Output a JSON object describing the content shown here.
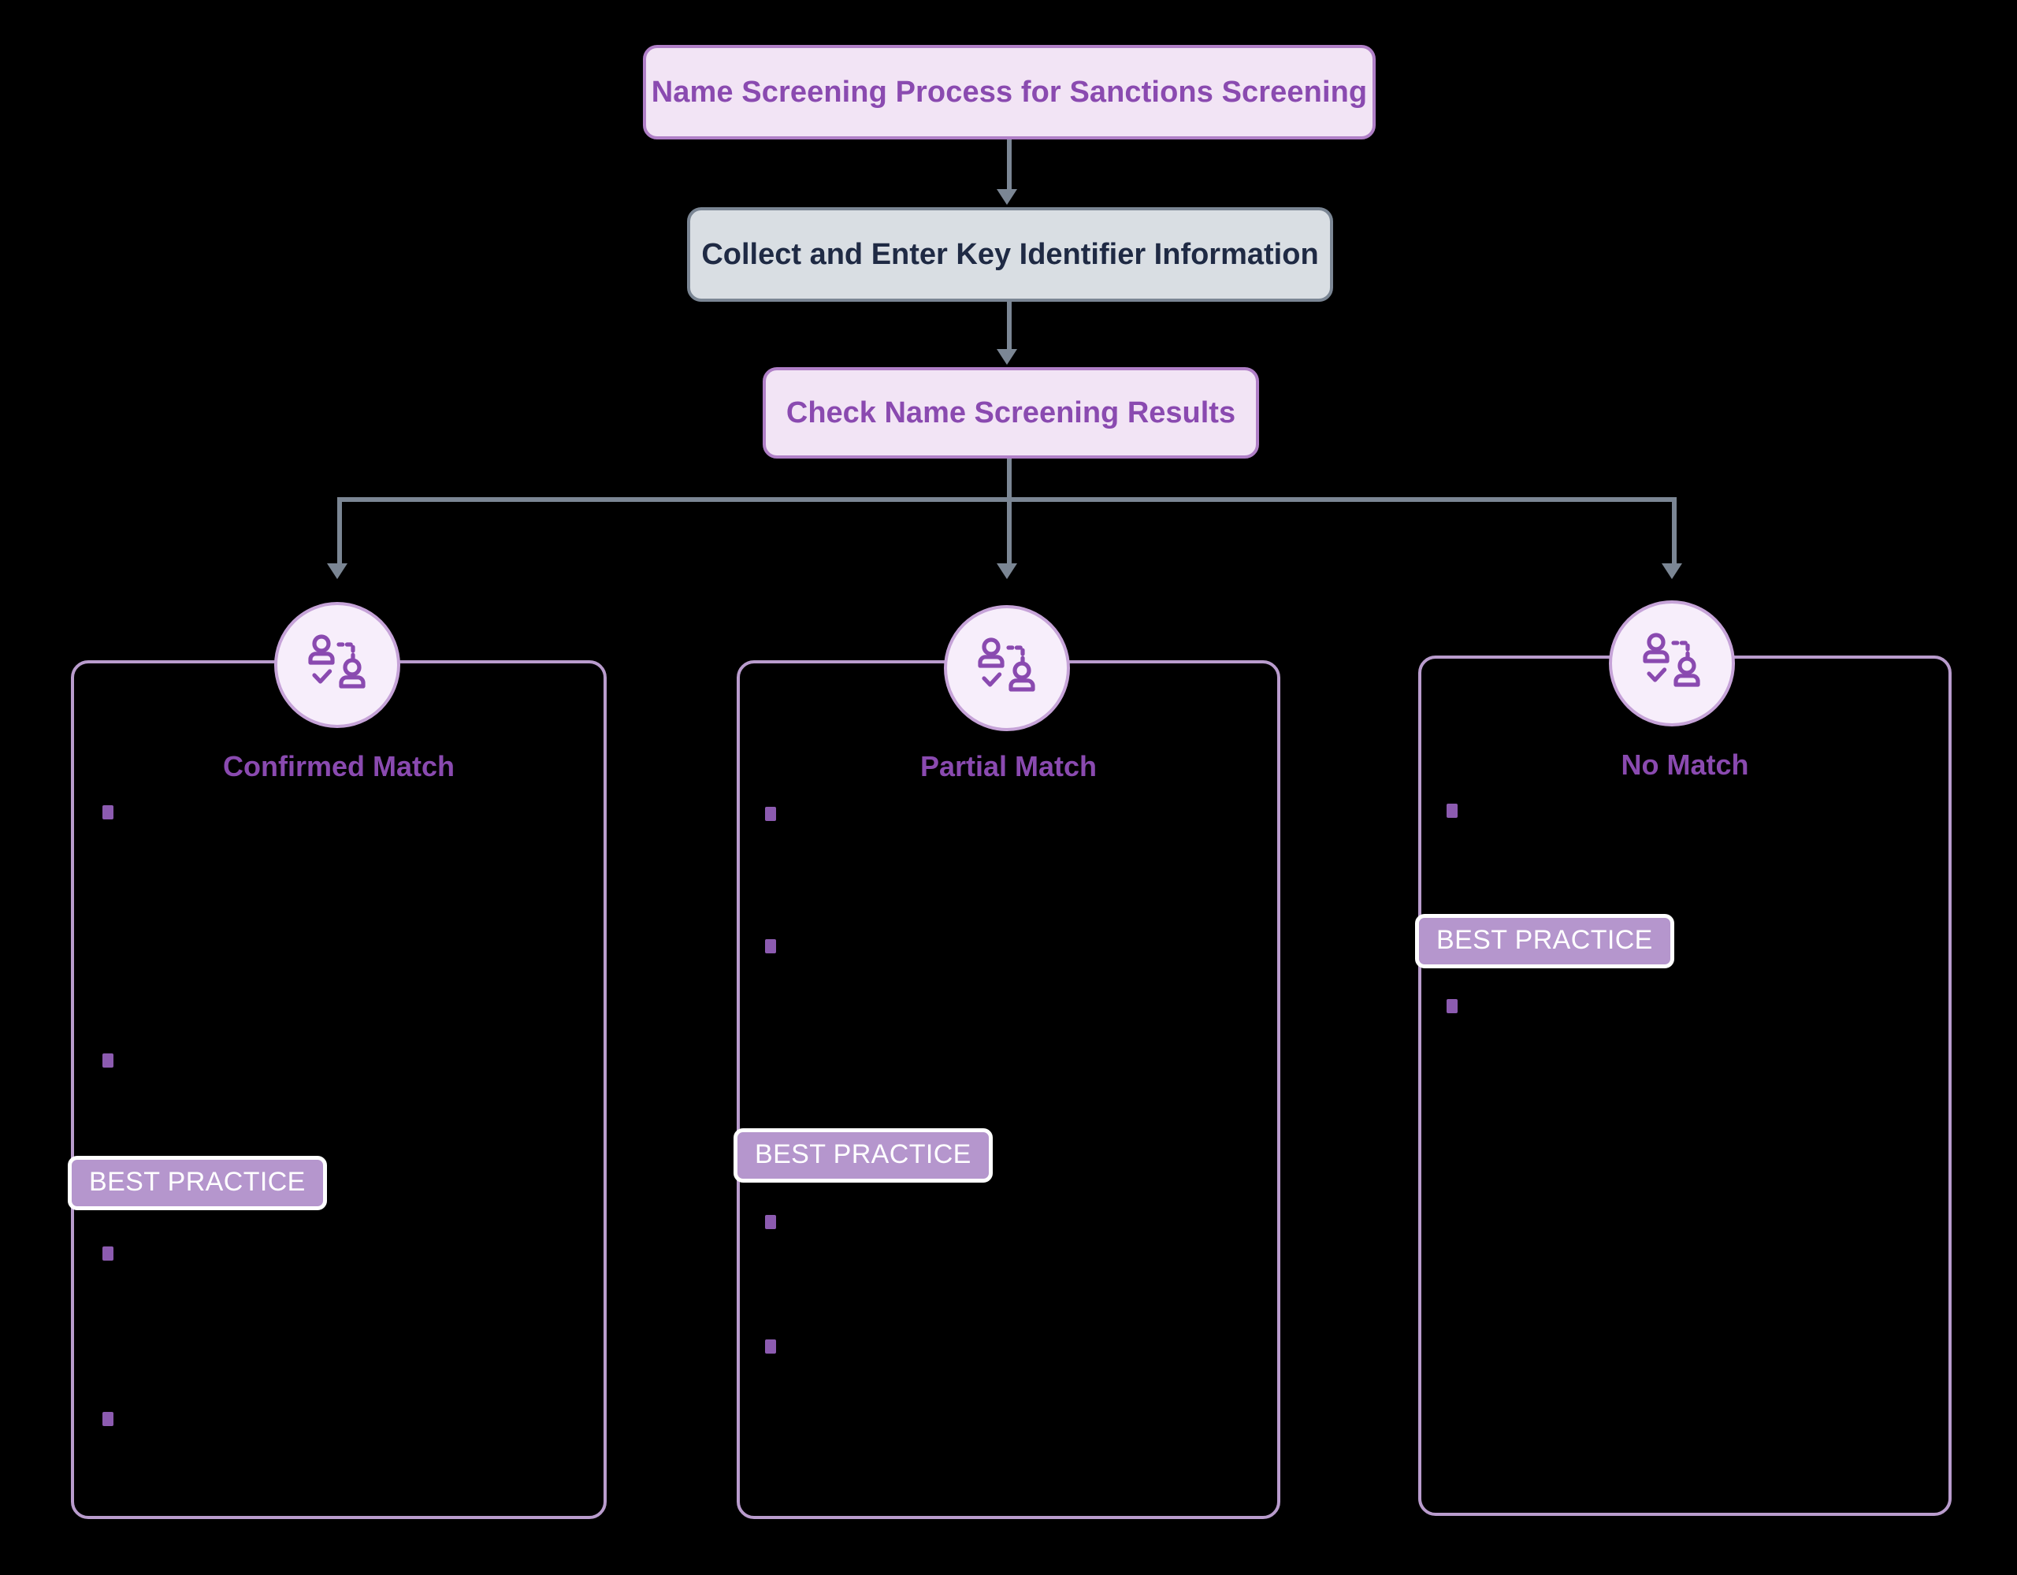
{
  "colors": {
    "background": "#000000",
    "accent_purple": "#8a4ab0",
    "node_fill_purple": "#f2e4f5",
    "node_border_purple": "#b07fc7",
    "node_fill_gray": "#d9dee3",
    "node_border_gray": "#7b8694",
    "card_border": "#b99ccd",
    "badge_fill": "#b596cd",
    "badge_text": "#ffffff",
    "bullet_marker": "#8c5bb0",
    "connector": "#7b8694",
    "icon_circle_fill": "#f7eefb",
    "icon_circle_border": "#c6a3d8",
    "icon_stroke": "#8a4ab0",
    "step_text": "#1f2a44"
  },
  "flow": {
    "title_node": {
      "label": "Name Screening Process for Sanctions Screening"
    },
    "step_node": {
      "label": "Collect and Enter Key Identifier Information"
    },
    "decision_node": {
      "label": "Check Name Screening Results"
    }
  },
  "cards": [
    {
      "id": "confirmed-match",
      "heading": "Confirmed Match",
      "icon": "people-match-check-icon",
      "bullets": [
        "",
        "",
        "",
        ""
      ],
      "badge": {
        "label": "BEST PRACTICE"
      }
    },
    {
      "id": "partial-match",
      "heading": "Partial Match",
      "icon": "people-match-check-icon",
      "bullets": [
        "",
        "",
        "",
        ""
      ],
      "badge": {
        "label": "BEST PRACTICE"
      }
    },
    {
      "id": "no-match",
      "heading": "No Match",
      "icon": "people-match-check-icon",
      "bullets": [
        "",
        ""
      ],
      "badge": {
        "label": "BEST PRACTICE"
      }
    }
  ]
}
